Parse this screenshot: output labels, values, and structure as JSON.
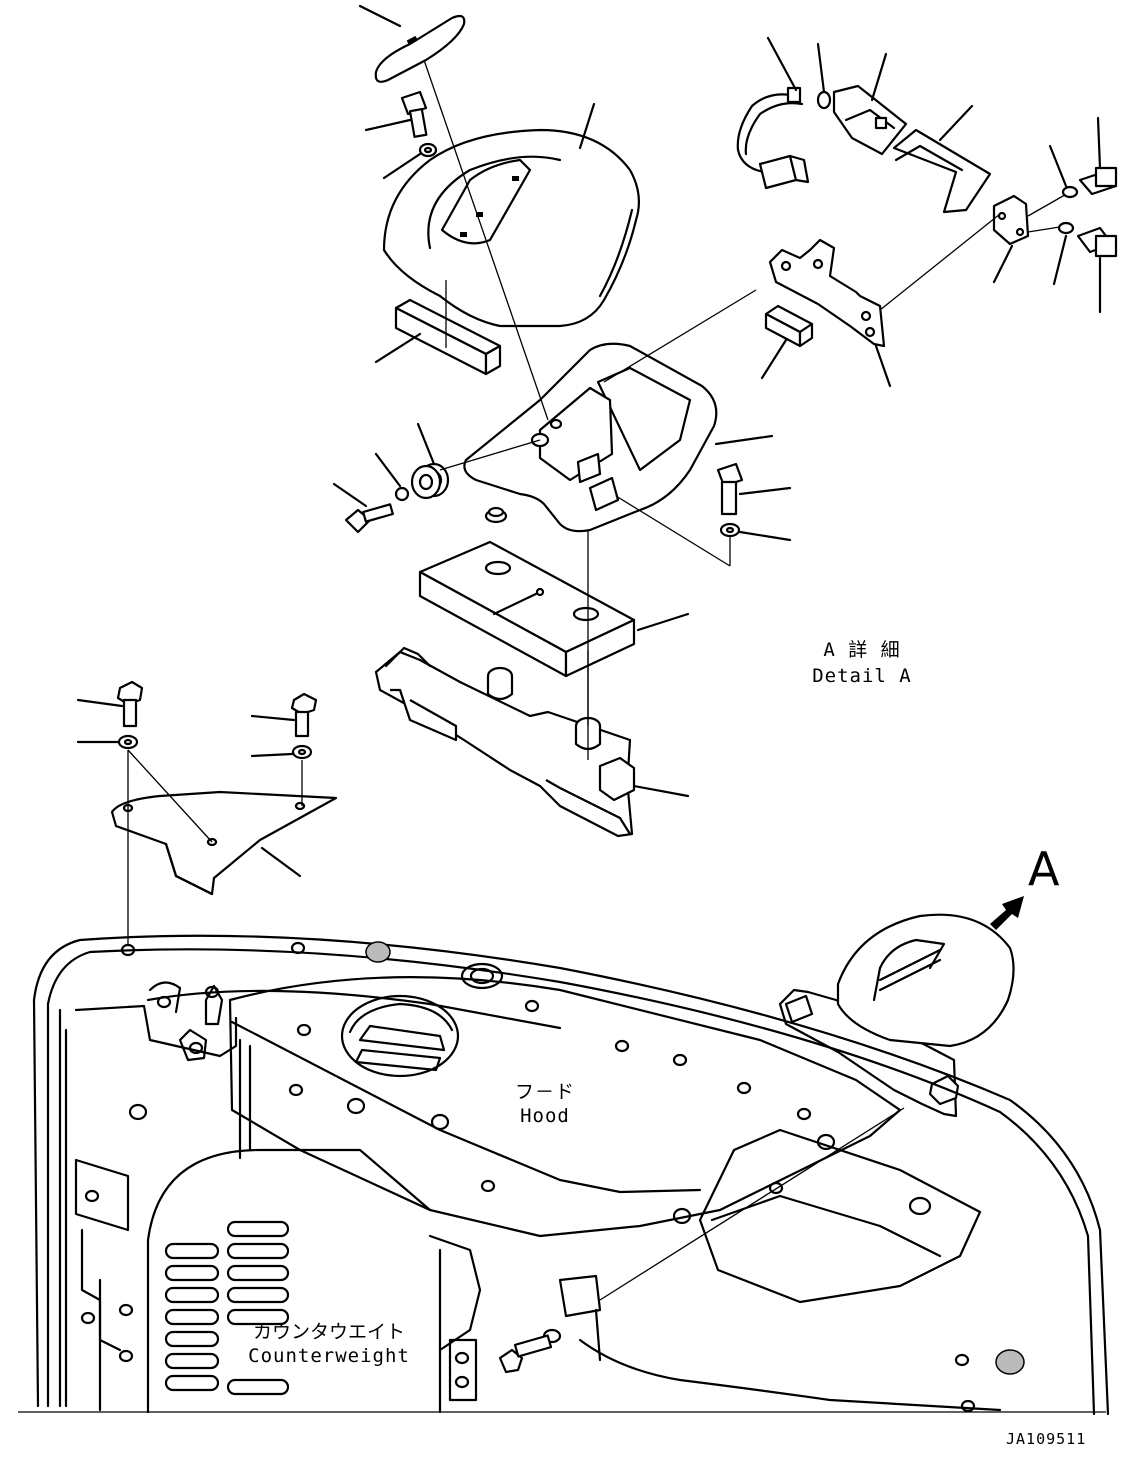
{
  "labels": {
    "detail_a_jp": "A 詳 細",
    "detail_a_en": "Detail A",
    "hood_jp": "フ－ド",
    "hood_en": "Hood",
    "counterweight_jp": "カウンタウエイト",
    "counterweight_en": "Counterweight",
    "view_marker": "A",
    "drawing_number": "JA109511"
  }
}
